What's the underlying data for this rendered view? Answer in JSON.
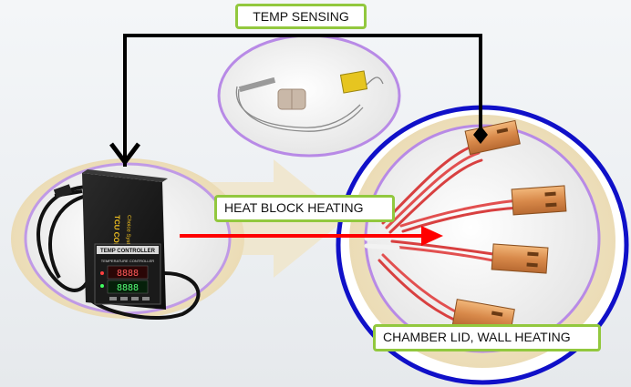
{
  "labels": {
    "temp_sensing": "TEMP SENSING",
    "heat_block_heating": "HEAT BLOCK HEATING",
    "chamber_heating": "CHAMBER LID, WALL HEATING"
  },
  "controller": {
    "brand_label": "TCU CONTROLLER",
    "brand_sub": "Choice System",
    "panel_title": "TEMP CONTROLLER",
    "panel_sub": "TEMPERATURE CONTROLLER",
    "display_top": "8888",
    "display_bottom": "8888"
  },
  "colors": {
    "label_border": "#92c83e",
    "arrow_black": "#000000",
    "arrow_red": "#ff0000",
    "circle_blue": "#1010c8",
    "halo_purple": "#b88ae6",
    "wheat_bg": "#efe2c2"
  }
}
